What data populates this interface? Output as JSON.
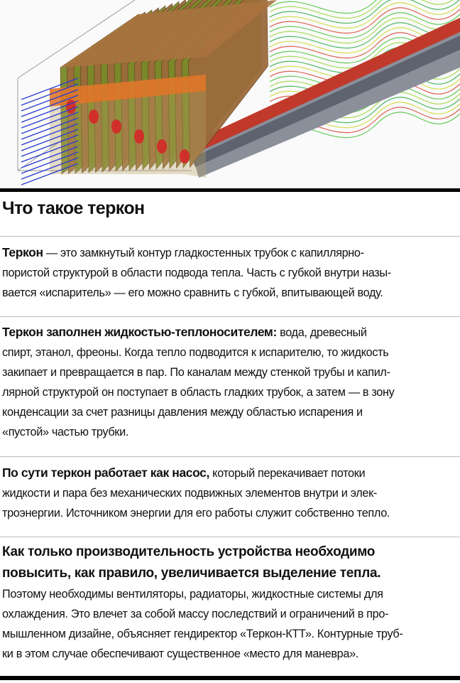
{
  "title": "Что такое теркон",
  "sections": [
    {
      "lead": "Теркон",
      "lines": [
        " — это замкнутый контур гладкостенных трубок с капиллярно-",
        "пористой структурой в области подвода тепла. Часть с губкой внутри назы-",
        "вается «испаритель» — его можно сравнить с губкой, впитывающей воду."
      ]
    },
    {
      "lead": "Теркон заполнен жидкостью-теплоносителем:",
      "lines": [
        " вода, древесный",
        "спирт, этанол, фреоны. Когда тепло подводится к испарителю, то жидкость",
        "закипает и превращается в пар. По каналам между стенкой трубы и капил-",
        "лярной структурой он поступает в область гладких трубок, а затем — в зону",
        "конденсации за счет разницы давления между областью испарения и",
        "«пустой» частью трубки."
      ]
    },
    {
      "lead": "По сути теркон работает как насос,",
      "lines": [
        " который перекачивает потоки",
        "жидкости и пара без механических подвижных элементов внутри и элек-",
        "троэнергии. Источником энергии для его работы служит собственно тепло."
      ]
    },
    {
      "lead_lines": [
        "Как только производительность устройства необходимо",
        "повысить, как правило, увеличивается выделение тепла."
      ],
      "lines": [
        "Поэтому необходимы вентиляторы, радиаторы, жидкостные системы для",
        "охлаждения. Это влечет за собой массу последствий и ограничений в про-",
        "мышленном дизайне, объясняет гендиректор «Теркон-КТТ». Контурные труб-",
        "ки в этом случае обеспечивают существенное «место для маневра»."
      ]
    }
  ]
}
